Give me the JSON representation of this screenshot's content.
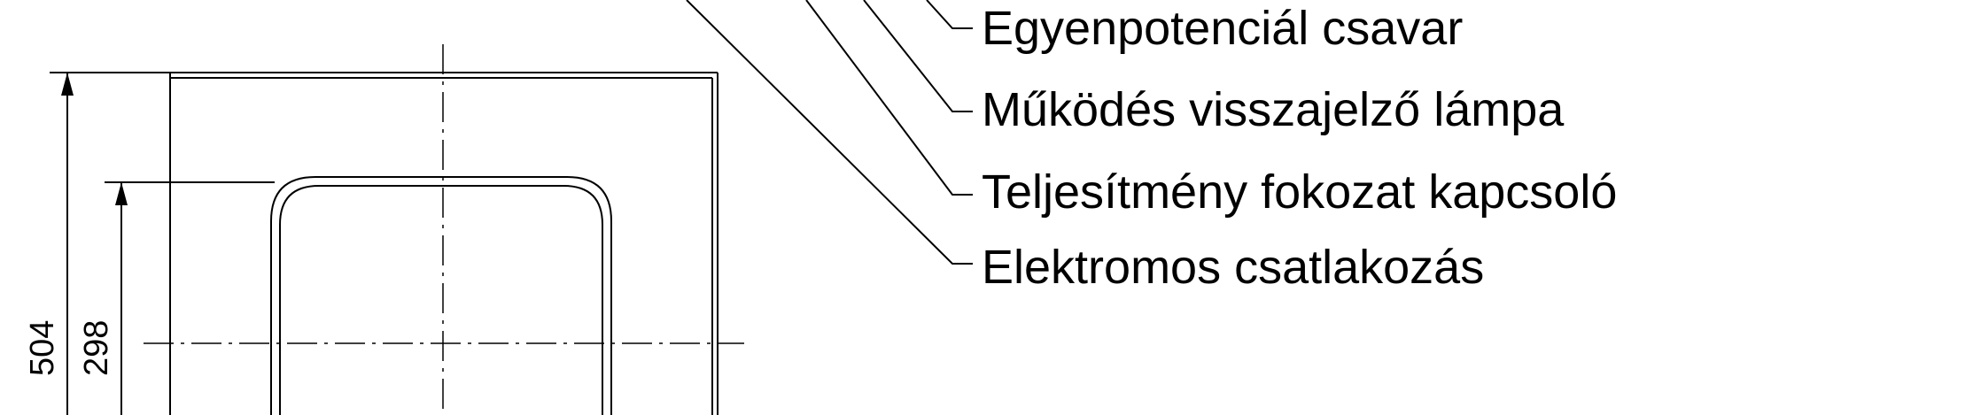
{
  "callouts": [
    "Egyenpotenciál csavar",
    "Működés visszajelző lámpa",
    "Teljesítmény fokozat kapcsoló",
    "Elektromos csatlakozás"
  ],
  "dimensions": {
    "overall_height": "504",
    "inner_height": "298"
  },
  "colors": {
    "line": "#000000",
    "background": "#ffffff"
  }
}
